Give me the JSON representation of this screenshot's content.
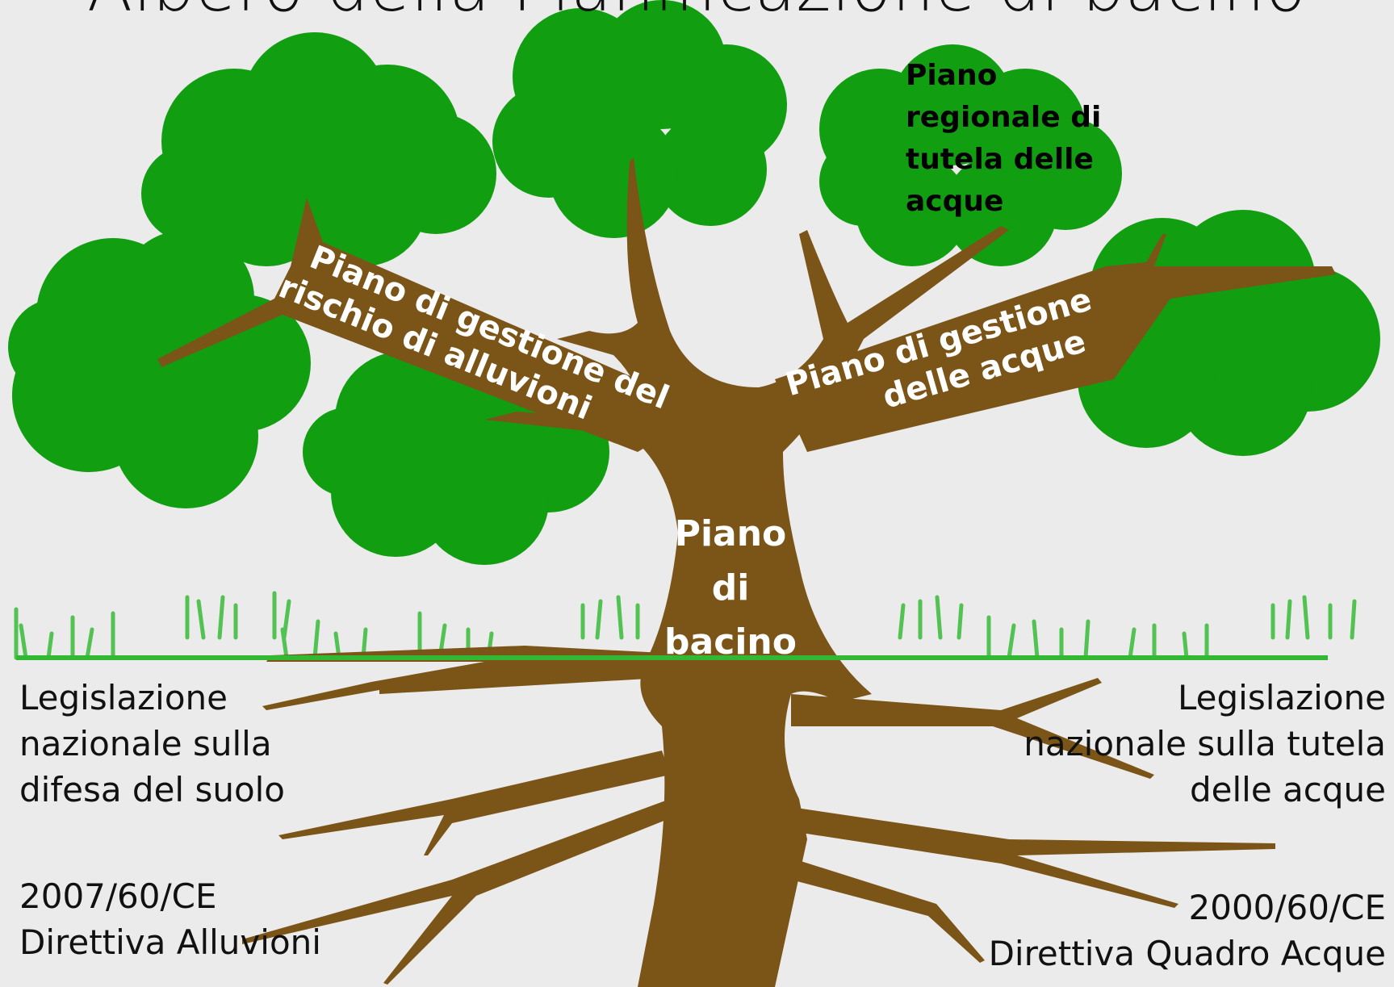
{
  "title": "Albero della Pianificazione di bacino",
  "colors": {
    "background": "#ebebeb",
    "foliage": "#119e11",
    "trunk": "#7b5417",
    "ground": "#33b833",
    "grass": "#52c352"
  },
  "trunk_label": [
    "Piano",
    "di",
    "bacino"
  ],
  "branches": {
    "flood": [
      "Piano di gestione del",
      "rischio di alluvioni"
    ],
    "water": [
      "Piano di gestione",
      "delle acque"
    ],
    "regional": [
      "Piano",
      "regionale di",
      "tutela delle",
      "acque"
    ]
  },
  "roots": {
    "left_law": [
      "Legislazione",
      "nazionale sulla",
      "difesa del suolo"
    ],
    "left_directive": [
      "2007/60/CE",
      "Direttiva Alluvioni"
    ],
    "right_law": [
      "Legislazione",
      "nazionale sulla tutela",
      "delle acque"
    ],
    "right_directive": [
      "2000/60/CE",
      "Direttiva Quadro Acque"
    ]
  }
}
